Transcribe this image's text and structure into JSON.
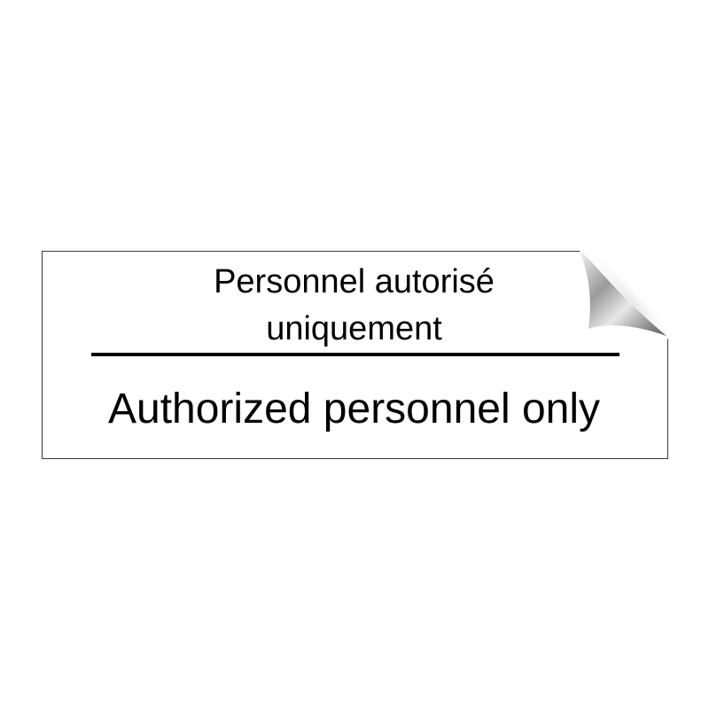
{
  "sign": {
    "french_line_1": "Personnel autorisé",
    "french_line_2": "uniquement",
    "english": "Authorized personnel only",
    "text_color": "#000000",
    "border_color": "#3a3a3a",
    "background": "#ffffff"
  },
  "decorations": {
    "corner": "peeling-corner-icon"
  }
}
